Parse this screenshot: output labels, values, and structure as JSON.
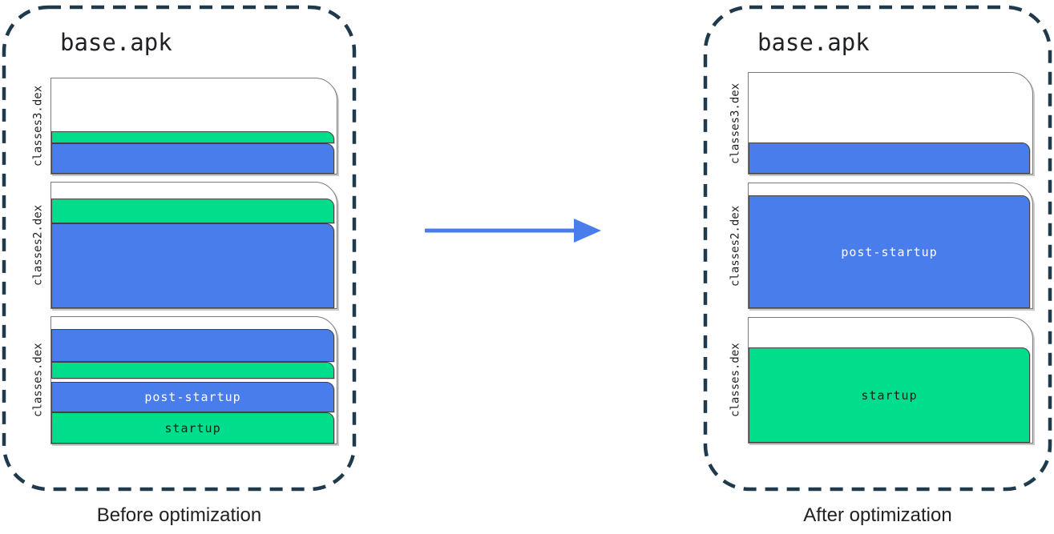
{
  "diagram": {
    "arrow_color": "#4a7dec",
    "dash_color": "#1e3a4c",
    "colors": {
      "blue": "#4a7dec",
      "green": "#00de8c"
    },
    "legend_meaning": {
      "green": "startup",
      "blue": "post-startup"
    },
    "panels": [
      {
        "id": "before",
        "title": "base.apk",
        "caption": "Before optimization",
        "files": [
          {
            "label": "classes3.dex",
            "bands": [
              {
                "type": "space",
                "h": 66
              },
              {
                "type": "fill",
                "color": "green",
                "h": 15
              },
              {
                "type": "fill",
                "color": "blue",
                "h": 38
              }
            ]
          },
          {
            "label": "classes2.dex",
            "bands": [
              {
                "type": "space",
                "h": 20
              },
              {
                "type": "fill",
                "color": "green",
                "h": 31
              },
              {
                "type": "fill",
                "color": "blue",
                "h": 106
              }
            ]
          },
          {
            "label": "classes.dex",
            "bands": [
              {
                "type": "space",
                "h": 15
              },
              {
                "type": "fill",
                "color": "blue",
                "h": 41
              },
              {
                "type": "fill",
                "color": "green",
                "h": 21
              },
              {
                "type": "space",
                "h": 4
              },
              {
                "type": "fill",
                "color": "blue",
                "h": 38,
                "label": "post-startup",
                "label_tone": "light"
              },
              {
                "type": "fill",
                "color": "green",
                "h": 39,
                "label": "startup",
                "label_tone": "dark"
              }
            ]
          }
        ]
      },
      {
        "id": "after",
        "title": "base.apk",
        "caption": "After optimization",
        "files": [
          {
            "label": "classes3.dex",
            "bands": [
              {
                "type": "space",
                "h": 87
              },
              {
                "type": "fill",
                "color": "blue",
                "h": 39
              }
            ]
          },
          {
            "label": "classes2.dex",
            "bands": [
              {
                "type": "space",
                "h": 15
              },
              {
                "type": "fill",
                "color": "blue",
                "h": 141,
                "label": "post-startup",
                "label_tone": "light"
              }
            ]
          },
          {
            "label": "classes.dex",
            "bands": [
              {
                "type": "space",
                "h": 37
              },
              {
                "type": "fill",
                "color": "green",
                "h": 119,
                "label": "startup",
                "label_tone": "dark"
              }
            ]
          }
        ]
      }
    ]
  }
}
